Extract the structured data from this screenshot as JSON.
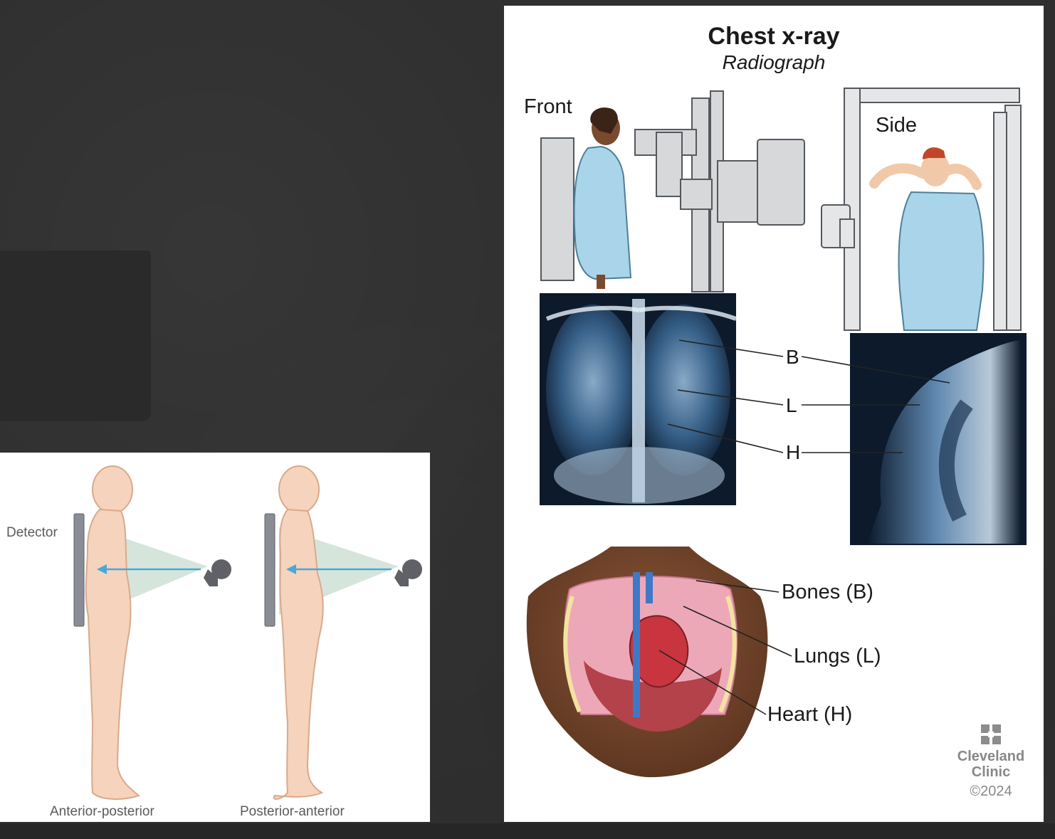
{
  "ap_diagram": {
    "detector_label": "Detector",
    "left_caption": "Anterior-posterior",
    "right_caption": "Posterior-anterior"
  },
  "xray_infographic": {
    "title": "Chest x-ray",
    "subtitle": "Radiograph",
    "front_label": "Front",
    "side_label": "Side",
    "letters": [
      "B",
      "L",
      "H"
    ],
    "legend": [
      "Bones (B)",
      "Lungs (L)",
      "Heart (H)"
    ],
    "brand": "Cleveland Clinic",
    "copyright": "©2024"
  },
  "colors": {
    "background": "#2f2f2f",
    "skin": "#f6d3bd",
    "detector": "#8a8d96",
    "arrow": "#4aa8d8",
    "beam": "#cfe0d6",
    "gown": "#a9d4ea",
    "xray_dark": "#0c1a2c"
  },
  "icons": {
    "brand_logo": "cleveland-clinic-logo-icon"
  }
}
